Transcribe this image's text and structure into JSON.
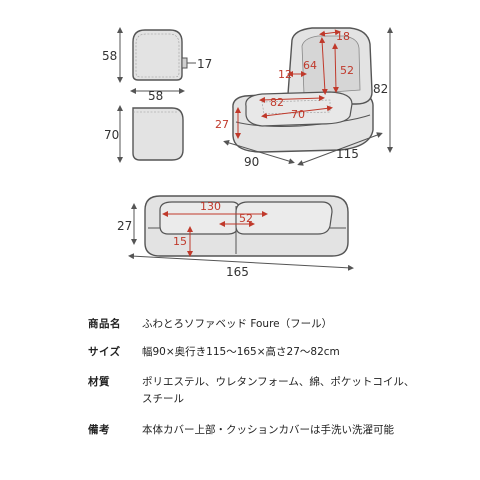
{
  "colors": {
    "outline": "#555555",
    "fabric": "#e3e3e3",
    "fabric_dark": "#c9c9c9",
    "accent_red": "#c0392b",
    "text": "#333333"
  },
  "dimensions": {
    "small_top_height": "58",
    "small_top_depth": "17",
    "small_width": "58",
    "small_bottom_height": "70",
    "chair_top": "18",
    "chair_back_height": "64",
    "chair_back_inner": "52",
    "chair_arm": "12",
    "chair_height": "82",
    "chair_seat_width": "82",
    "chair_seat_depth": "70",
    "chair_seat_height": "27",
    "chair_width": "90",
    "chair_length": "115",
    "flat_length_outer": "130",
    "flat_length_inner": "52",
    "flat_height": "27",
    "flat_cushion": "15",
    "flat_total": "165"
  },
  "specs": {
    "product_name_label": "商品名",
    "product_name_value": "ふわとろソファベッド Foure（フール）",
    "size_label": "サイズ",
    "size_value": "幅90×奥行き115〜165×高さ27〜82cm",
    "material_label": "材質",
    "material_value_1": "ポリエステル、ウレタンフォーム、綿、ポケットコイル、",
    "material_value_2": "スチール",
    "note_label": "備考",
    "note_value": "本体カバー上部・クッションカバーは手洗い洗濯可能"
  }
}
